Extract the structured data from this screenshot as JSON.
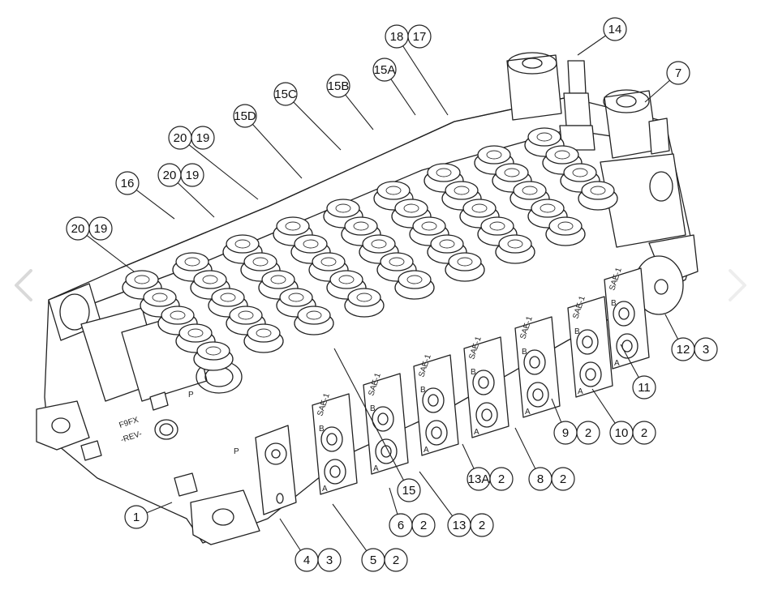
{
  "navigation": {
    "prev_icon": "chevron-left-icon",
    "next_icon": "chevron-right-icon",
    "arrow_color": "#bbbbbb"
  },
  "embossed_text": {
    "face_port_1": "P",
    "face_port_2": "P",
    "face_mark_1": "F9FX",
    "face_mark_2": "-REV-",
    "section_ports": [
      "B",
      "A"
    ],
    "sae_mark": "SAE-1"
  },
  "callouts": [
    {
      "id": "c1",
      "labels": [
        "18",
        "17"
      ]
    },
    {
      "id": "c2",
      "labels": [
        "14"
      ]
    },
    {
      "id": "c3",
      "labels": [
        "15A"
      ]
    },
    {
      "id": "c4",
      "labels": [
        "7"
      ]
    },
    {
      "id": "c5",
      "labels": [
        "15C"
      ]
    },
    {
      "id": "c6",
      "labels": [
        "15B"
      ]
    },
    {
      "id": "c7",
      "labels": [
        "15D"
      ]
    },
    {
      "id": "c8",
      "labels": [
        "20",
        "19"
      ]
    },
    {
      "id": "c9",
      "labels": [
        "20",
        "19"
      ]
    },
    {
      "id": "c10",
      "labels": [
        "16"
      ]
    },
    {
      "id": "c11",
      "labels": [
        "20",
        "19"
      ]
    },
    {
      "id": "c12",
      "labels": [
        "12",
        "3"
      ]
    },
    {
      "id": "c13",
      "labels": [
        "11"
      ]
    },
    {
      "id": "c14",
      "labels": [
        "9",
        "2"
      ]
    },
    {
      "id": "c15",
      "labels": [
        "10",
        "2"
      ]
    },
    {
      "id": "c16",
      "labels": [
        "13A",
        "2"
      ]
    },
    {
      "id": "c17",
      "labels": [
        "8",
        "2"
      ]
    },
    {
      "id": "c18",
      "labels": [
        "15"
      ]
    },
    {
      "id": "c19",
      "labels": [
        "1"
      ]
    },
    {
      "id": "c20",
      "labels": [
        "6",
        "2"
      ]
    },
    {
      "id": "c21",
      "labels": [
        "13",
        "2"
      ]
    },
    {
      "id": "c22",
      "labels": [
        "4",
        "3"
      ]
    },
    {
      "id": "c23",
      "labels": [
        "5",
        "2"
      ]
    }
  ]
}
